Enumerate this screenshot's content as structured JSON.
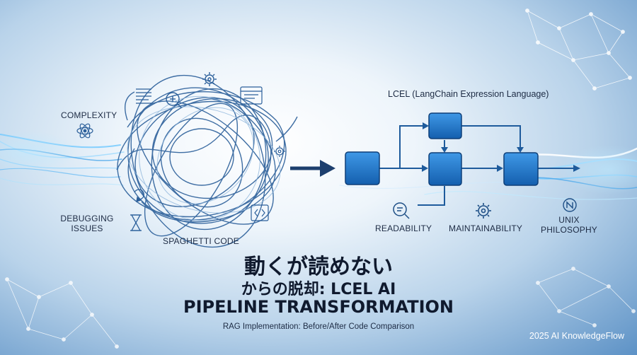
{
  "left": {
    "complexity_label": "COMPLEXITY",
    "debugging_label_line1": "DEBUGGING",
    "debugging_label_line2": "ISSUES",
    "spaghetti_label": "SPAGHETTI CODE"
  },
  "right": {
    "heading": "LCEL (LangChain Expression Language)",
    "readability_label": "READABILITY",
    "maintainability_label": "MAINTAINABILITY",
    "unix_label_line1": "UNIX",
    "unix_label_line2": "PHILOSOPHY"
  },
  "title": {
    "line1": "動くが読めない",
    "line2": "からの脱却: LCEL AI",
    "line3": "PIPELINE TRANSFORMATION",
    "subtitle": "RAG Implementation: Before/After Code Comparison"
  },
  "brand": "2025 AI KnowledgeFlow",
  "icons": [
    "atom-icon",
    "hourglass-icon",
    "zoom-in-icon",
    "list-icon",
    "code-window-icon",
    "gear-icon",
    "code-brackets-icon",
    "magnifier-icon",
    "gear-icon",
    "unix-icon",
    "arrow-right-icon"
  ],
  "colors": {
    "node_fill": "#1f74c4",
    "accent": "#2b6fb3",
    "title": "#101a2e"
  }
}
